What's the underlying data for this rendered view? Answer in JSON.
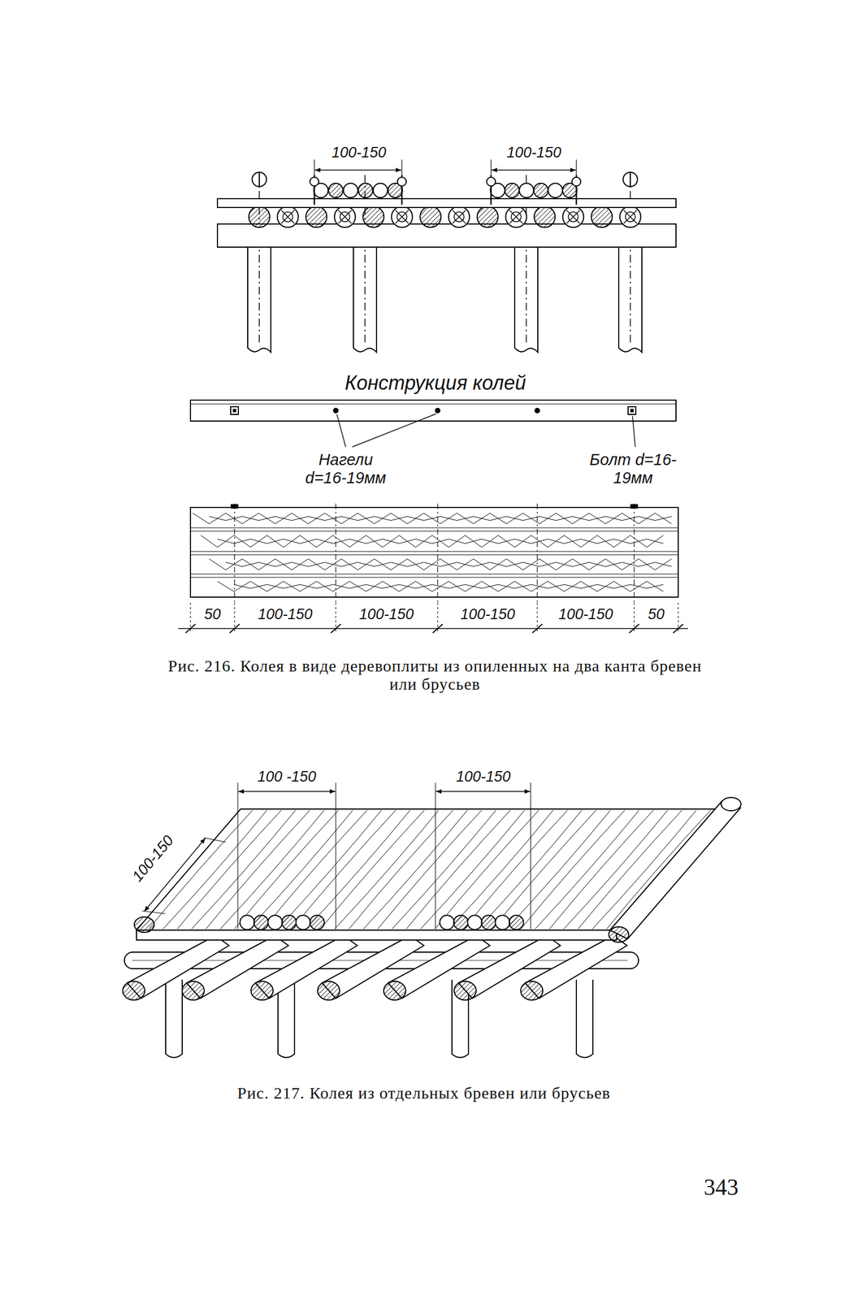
{
  "diagram": {
    "labels": [
      "100-150",
      "100-150",
      "Конструкция колей",
      "Нагели d=16-19мм",
      "Болт d=16-19мм",
      "50",
      "100-150",
      "100-150",
      "100-150",
      "100-150",
      "50",
      "Рис. 216. Колея в виде деревоплиты из опиленных на два канта бревен или брусьев",
      "100 -150",
      "100-150",
      "100-150",
      "Рис. 217. Колея из отдельных бревен или брусьев",
      "343"
    ]
  }
}
